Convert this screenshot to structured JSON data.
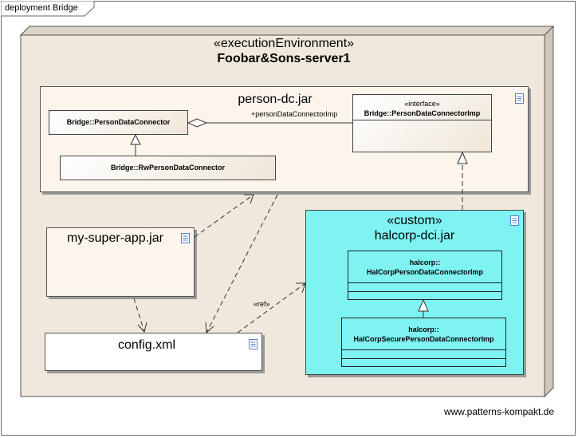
{
  "diagram": {
    "frame_label": "deployment Bridge",
    "node": {
      "stereotype": "«executionEnvironment»",
      "name": "Foobar&Sons-server1"
    },
    "person_dc": {
      "name": "person-dc.jar",
      "class_person_data_connector": "Bridge::PersonDataConnector",
      "class_rw_person_data_connector": "Bridge::RwPersonDataConnector",
      "interface_stereotype": "«interface»",
      "interface_name": "Bridge::PersonDataConnectorImp",
      "role_label": "+personDataConnectorImp"
    },
    "my_super_app": {
      "name": "my-super-app.jar"
    },
    "config": {
      "name": "config.xml"
    },
    "ref_label": "«ref»",
    "halcorp": {
      "stereotype": "«custom»",
      "name": "halcorp-dci.jar",
      "class1_line1": "halcorp::",
      "class1_line2": "HalCorpPersonDataConnectorImp",
      "class2_line1": "halcorp::",
      "class2_line2": "HalCorpSecurePersonDataConnectorImp"
    },
    "footer": "www.patterns-kompakt.de",
    "colors": {
      "node_fill": "#f0e8dc",
      "component_fill": "#fbf5ec",
      "custom_fill": "#7ff2f2",
      "doc_icon": "#5a7fd0"
    }
  }
}
